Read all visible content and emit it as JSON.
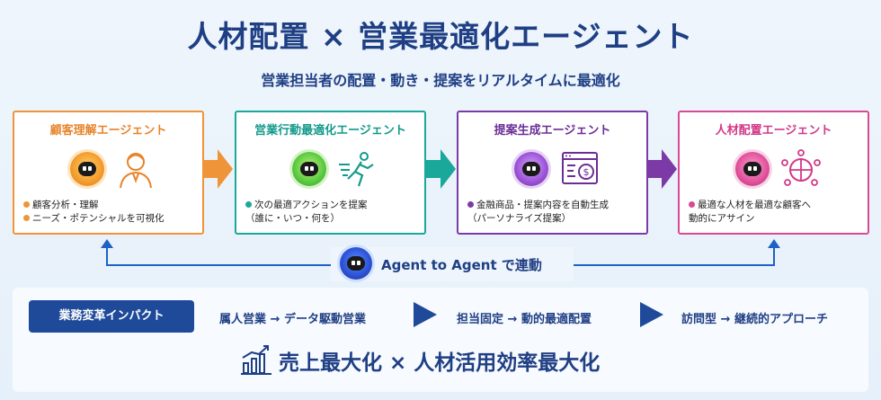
{
  "header": {
    "title": "人材配置 × 営業最適化エージェント",
    "subtitle": "営業担当者の配置・動き・提案をリアルタイムに最適化"
  },
  "agents": [
    {
      "title": "顧客理解エージェント",
      "color": "#f0943a",
      "icon": "person-icon",
      "bullets": [
        "●顧客分析・理解",
        "●ニーズ・ポテンシャルを可視化"
      ]
    },
    {
      "title": "営業行動最適化エージェント",
      "color": "#1aa89a",
      "icon": "running-person-icon",
      "bullets": [
        "●次の最適アクションを提案",
        "（誰に・いつ・何を）"
      ]
    },
    {
      "title": "提案生成エージェント",
      "color": "#7b3aa6",
      "icon": "document-money-icon",
      "bullets": [
        "●金融商品・提案内容を自動生成",
        "（パーソナライズ提案）"
      ]
    },
    {
      "title": "人材配置エージェント",
      "color": "#d94a95",
      "icon": "network-people-icon",
      "bullets": [
        "●最適な人材を最適な顧客へ",
        "動的にアサイン"
      ]
    }
  ],
  "a2a": {
    "label": "Agent to Agent で連動",
    "color": "#1d63c4"
  },
  "impact": {
    "badge": "業務変革インパクト",
    "steps": [
      "属人営業 → データ駆動営業",
      "担当固定 → 動的最適配置",
      "訪問型 → 継続的アプローチ"
    ],
    "result": "売上最大化 × 人材活用効率最大化"
  }
}
